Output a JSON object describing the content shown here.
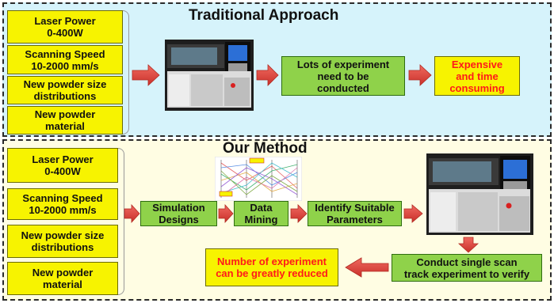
{
  "traditional": {
    "title": "Traditional Approach",
    "params": [
      "Laser Power\n0-400W",
      "Scanning Speed\n10-2000 mm/s",
      "New powder size\ndistributions",
      "New powder\nmaterial"
    ],
    "step": "Lots of experiment\nneed to be\nconducted",
    "result": "Expensive\nand time\nconsuming"
  },
  "ours": {
    "title": "Our Method",
    "params": [
      "Laser Power\n0-400W",
      "Scanning Speed\n10-2000 mm/s",
      "New powder size\ndistributions",
      "New powder\nmaterial"
    ],
    "steps": {
      "simulation": "Simulation\nDesigns",
      "mining": "Data\nMining",
      "identify": "Identify Suitable\nParameters",
      "verify": "Conduct single scan\ntrack experiment to verify"
    },
    "result": "Number of experiment\ncan be greatly reduced"
  },
  "colors": {
    "param_box": "#f7f300",
    "process_box": "#8fd24a",
    "arrow": "#e6413a",
    "result_text": "#ff1a1a",
    "top_bg": "#d6f3fb",
    "bottom_bg": "#fffde3"
  }
}
